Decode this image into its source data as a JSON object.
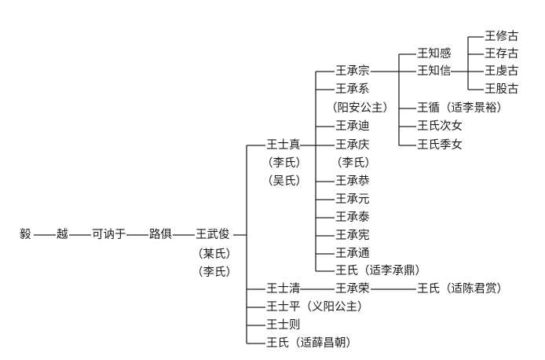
{
  "lineage": [
    "毅",
    "越",
    "可讷于",
    "路俱",
    "王武俊"
  ],
  "wang_wujun_spouses": [
    "（某氏）",
    "（李氏）"
  ],
  "wang_wujun_children": [
    "王士真",
    "王士清",
    "王士平（义阳公主）",
    "王士则",
    "王氏（适薛昌朝）"
  ],
  "wang_shizhen_spouses": [
    "（李氏）",
    "（吴氏）"
  ],
  "wang_shizhen_children": [
    "王承宗",
    "王承系",
    "王承迪",
    "王承庆",
    "王承恭",
    "王承元",
    "王承泰",
    "王承宪",
    "王承通",
    "王氏（适李承鼎）"
  ],
  "wang_chengxi_spouse": "（阳安公主）",
  "wang_chengqing_spouse": "（李氏）",
  "wang_chengzong_children": [
    "王知感",
    "王知信",
    "王循（适李景裕）",
    "王氏次女",
    "王氏季女"
  ],
  "wang_zhixin_children": [
    "王修古",
    "王存古",
    "王虔古",
    "王股古"
  ],
  "wang_shiqing_child": "王承荣",
  "wang_chengrong_child": "王氏（适陈君赏）"
}
